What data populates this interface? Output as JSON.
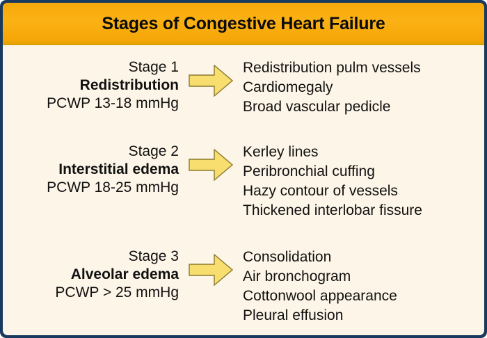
{
  "header": {
    "title": "Stages of Congestive Heart Failure",
    "background_color": "#F7A80D",
    "text_color": "#0B0B0B"
  },
  "frame": {
    "border_color": "#19395E",
    "body_color": "#FDF6E8"
  },
  "arrow": {
    "icon": "right-arrow-icon",
    "fill_color": "#F8DE6E",
    "stroke_color": "#8A7A2E"
  },
  "stages": [
    {
      "stage_label": "Stage 1",
      "name": "Redistribution",
      "pressure": "PCWP 13-18 mmHg",
      "findings": [
        "Redistribution pulm vessels",
        "Cardiomegaly",
        "Broad vascular pedicle"
      ]
    },
    {
      "stage_label": "Stage 2",
      "name": "Interstitial edema",
      "pressure": "PCWP 18-25 mmHg",
      "findings": [
        "Kerley lines",
        "Peribronchial cuffing",
        "Hazy contour of vessels",
        "Thickened interlobar fissure"
      ]
    },
    {
      "stage_label": "Stage 3",
      "name": "Alveolar edema",
      "pressure": "PCWP > 25 mmHg",
      "findings": [
        "Consolidation",
        "Air bronchogram",
        "Cottonwool appearance",
        "Pleural effusion"
      ]
    }
  ]
}
